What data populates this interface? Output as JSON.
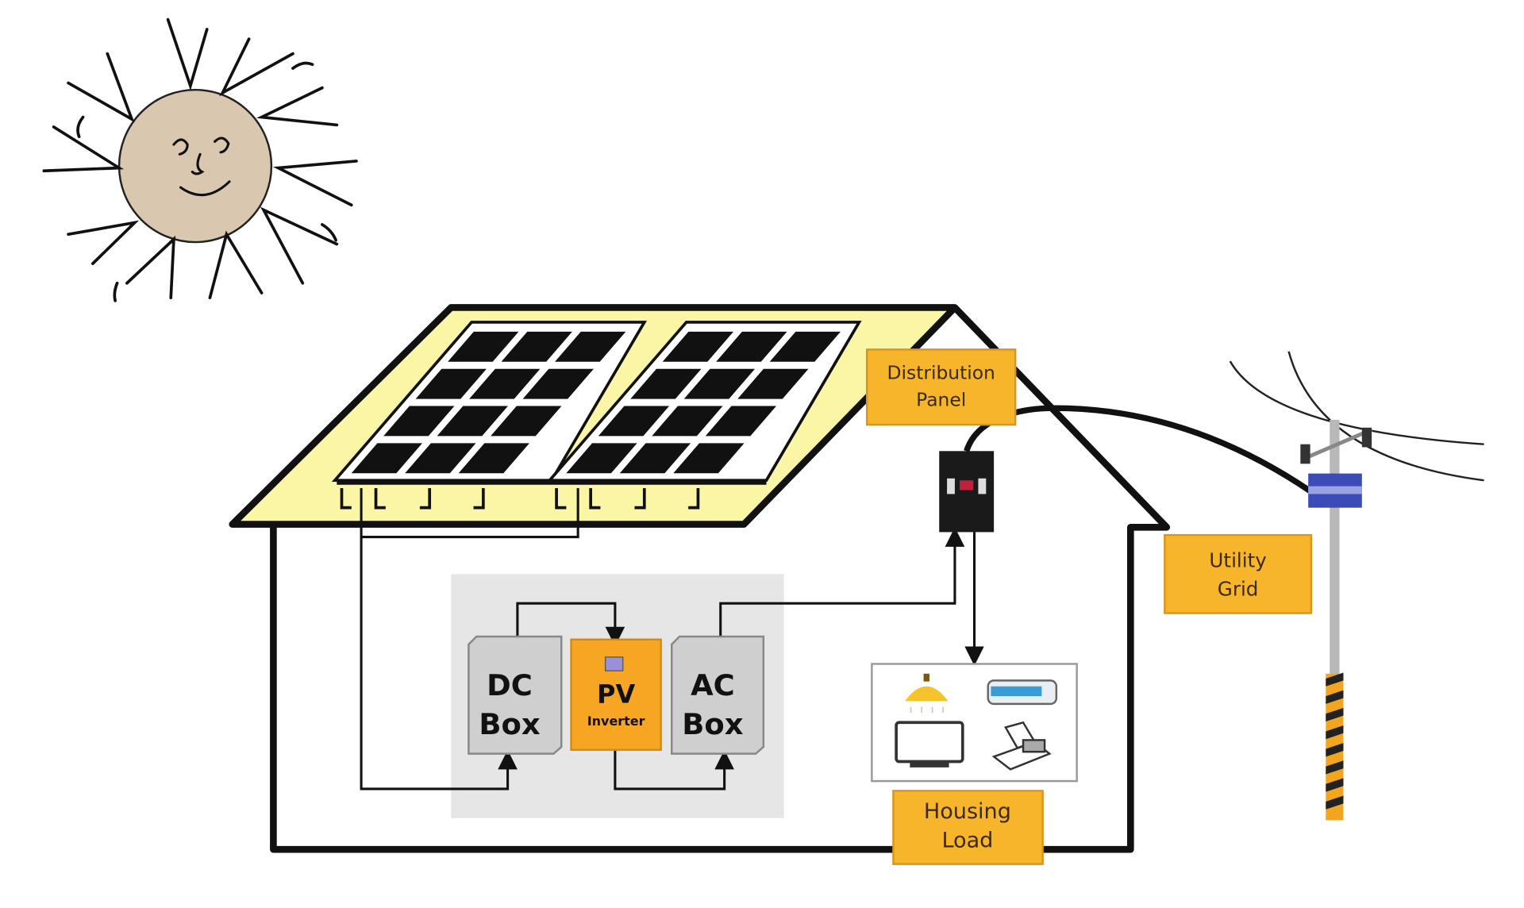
{
  "labels": {
    "distribution_panel": [
      "Distribution",
      "Panel"
    ],
    "utility_grid": [
      "Utility",
      "Grid"
    ],
    "housing_load": [
      "Housing",
      "Load"
    ],
    "dc_box": [
      "DC",
      "Box"
    ],
    "pv_inverter": [
      "PV",
      "Inverter"
    ],
    "ac_box": [
      "AC",
      "Box"
    ]
  },
  "colors": {
    "label_orange": "#f7b52c",
    "inverter_orange": "#f6a623",
    "roof_yellow": "#fbf5a6",
    "panel_cell": "#111111",
    "box_gray": "#cfcfcf",
    "equipment_area": "#e6e6e6",
    "sun_face": "#d9c7b0",
    "insulator_blue": "#3b4bb8"
  },
  "icons": [
    "sun",
    "solar-panel",
    "electric-meter",
    "ceiling-lamp",
    "air-conditioner",
    "monitor",
    "computer",
    "utility-pole"
  ]
}
